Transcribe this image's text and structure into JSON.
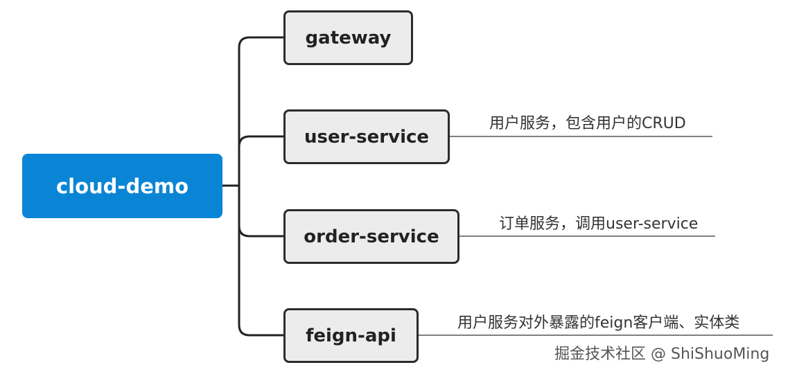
{
  "root": {
    "label": "cloud-demo",
    "color": "#0a85d6"
  },
  "nodes": [
    {
      "label": "gateway",
      "annotation": ""
    },
    {
      "label": "user-service",
      "annotation": "用户服务，包含用户的CRUD"
    },
    {
      "label": "order-service",
      "annotation": "订单服务，调用user-service"
    },
    {
      "label": "feign-api",
      "annotation": "用户服务对外暴露的feign客户端、实体类"
    }
  ],
  "watermark": "掘金技术社区 @ ShiShuoMing"
}
